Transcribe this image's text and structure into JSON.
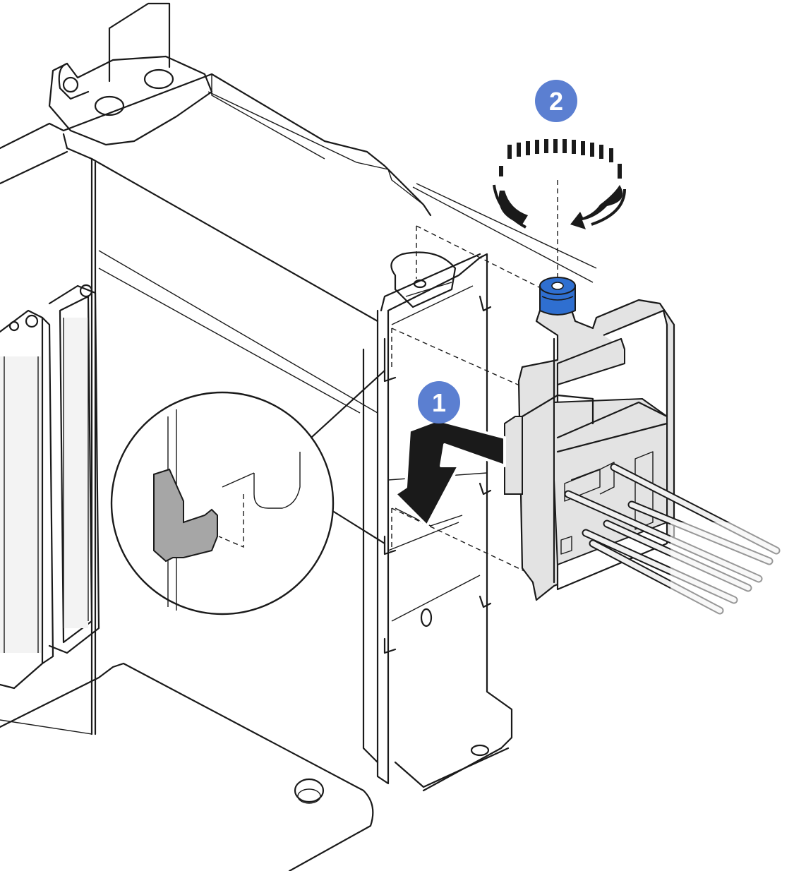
{
  "callouts": [
    {
      "label": "1",
      "step": "slide-cage-down"
    },
    {
      "label": "2",
      "step": "tighten-thumbscrew"
    }
  ],
  "colors": {
    "callout_fill": "#5b7fd1",
    "thumbscrew": "#2f6fd0",
    "bracket_fill": "#e3e3e3",
    "latch_fill": "#a6a6a6",
    "outline": "#1a1a1a"
  },
  "icons": [
    "rotate-clockwise-icon",
    "arrow-down-icon",
    "magnifier-detail-icon"
  ]
}
